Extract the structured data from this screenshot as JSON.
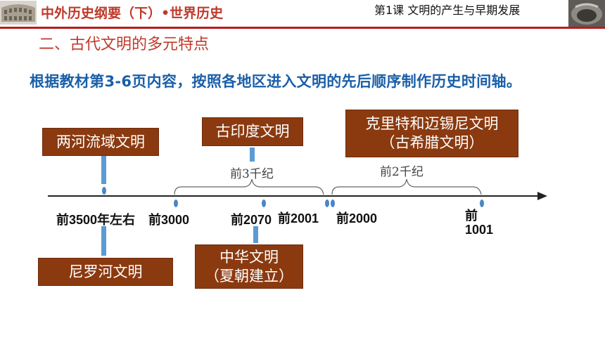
{
  "header": {
    "course_title": "中外历史纲要（下）•世界历史",
    "lesson_title": "第1课  文明的产生与早期发展"
  },
  "section_heading": "二、古代文明的多元特点",
  "instruction": "根据教材第3-6页内容，按照各地区进入文明的先后顺序制作历史时间轴。",
  "timeline": {
    "events": [
      {
        "label": "两河流域文明"
      },
      {
        "label": "尼罗河文明"
      },
      {
        "label": "古印度文明"
      },
      {
        "label_line1": "中华文明",
        "label_line2": "（夏朝建立）"
      },
      {
        "label_line1": "克里特和迈锡尼文明",
        "label_line2": "（古希腊文明）"
      }
    ],
    "years": [
      "前3500年左右",
      "前3000",
      "前2070",
      "前2001",
      "前2000",
      "前",
      "1001"
    ],
    "ranges": [
      "前3千纪",
      "前2千纪"
    ]
  },
  "colors": {
    "box": "#8b3a10",
    "connector": "#5b9bd5",
    "heading": "#c0392b",
    "instruction": "#1a5fa8"
  }
}
